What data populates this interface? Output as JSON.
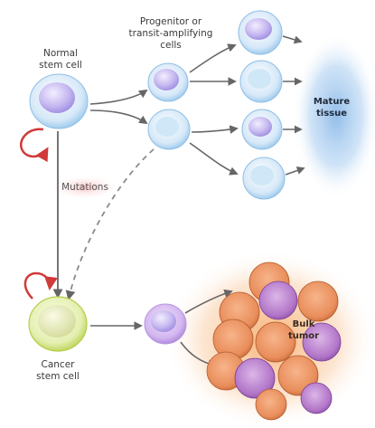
{
  "labels": {
    "normal_stem_cell": "Normal\nstem cell",
    "progenitor": "Progenitor or\ntransit-amplifying\ncells",
    "mature_tissue": "Mature\ntissue",
    "mutations": "Mutations",
    "cancer_stem_cell": "Cancer\nstem cell",
    "bulk_tumor": "Bulk\ntumor"
  },
  "colors": {
    "normal_cell_fill": "#cfe3f6",
    "normal_nucleus": "#b6a6ec",
    "progenitor_nucleus": "#c7b5f1",
    "mature_tissue_glow": "#7fb2e6",
    "cancer_cell_fill": "#e4efb0",
    "cancer_cell_edge": "#b4cf4a",
    "tumor_glow": "#f6a35c",
    "tumor_orange": "#e98e5c",
    "tumor_purple": "#b276c8",
    "self_renewal_arrow": "#d13a3a",
    "arrow": "#666666"
  }
}
